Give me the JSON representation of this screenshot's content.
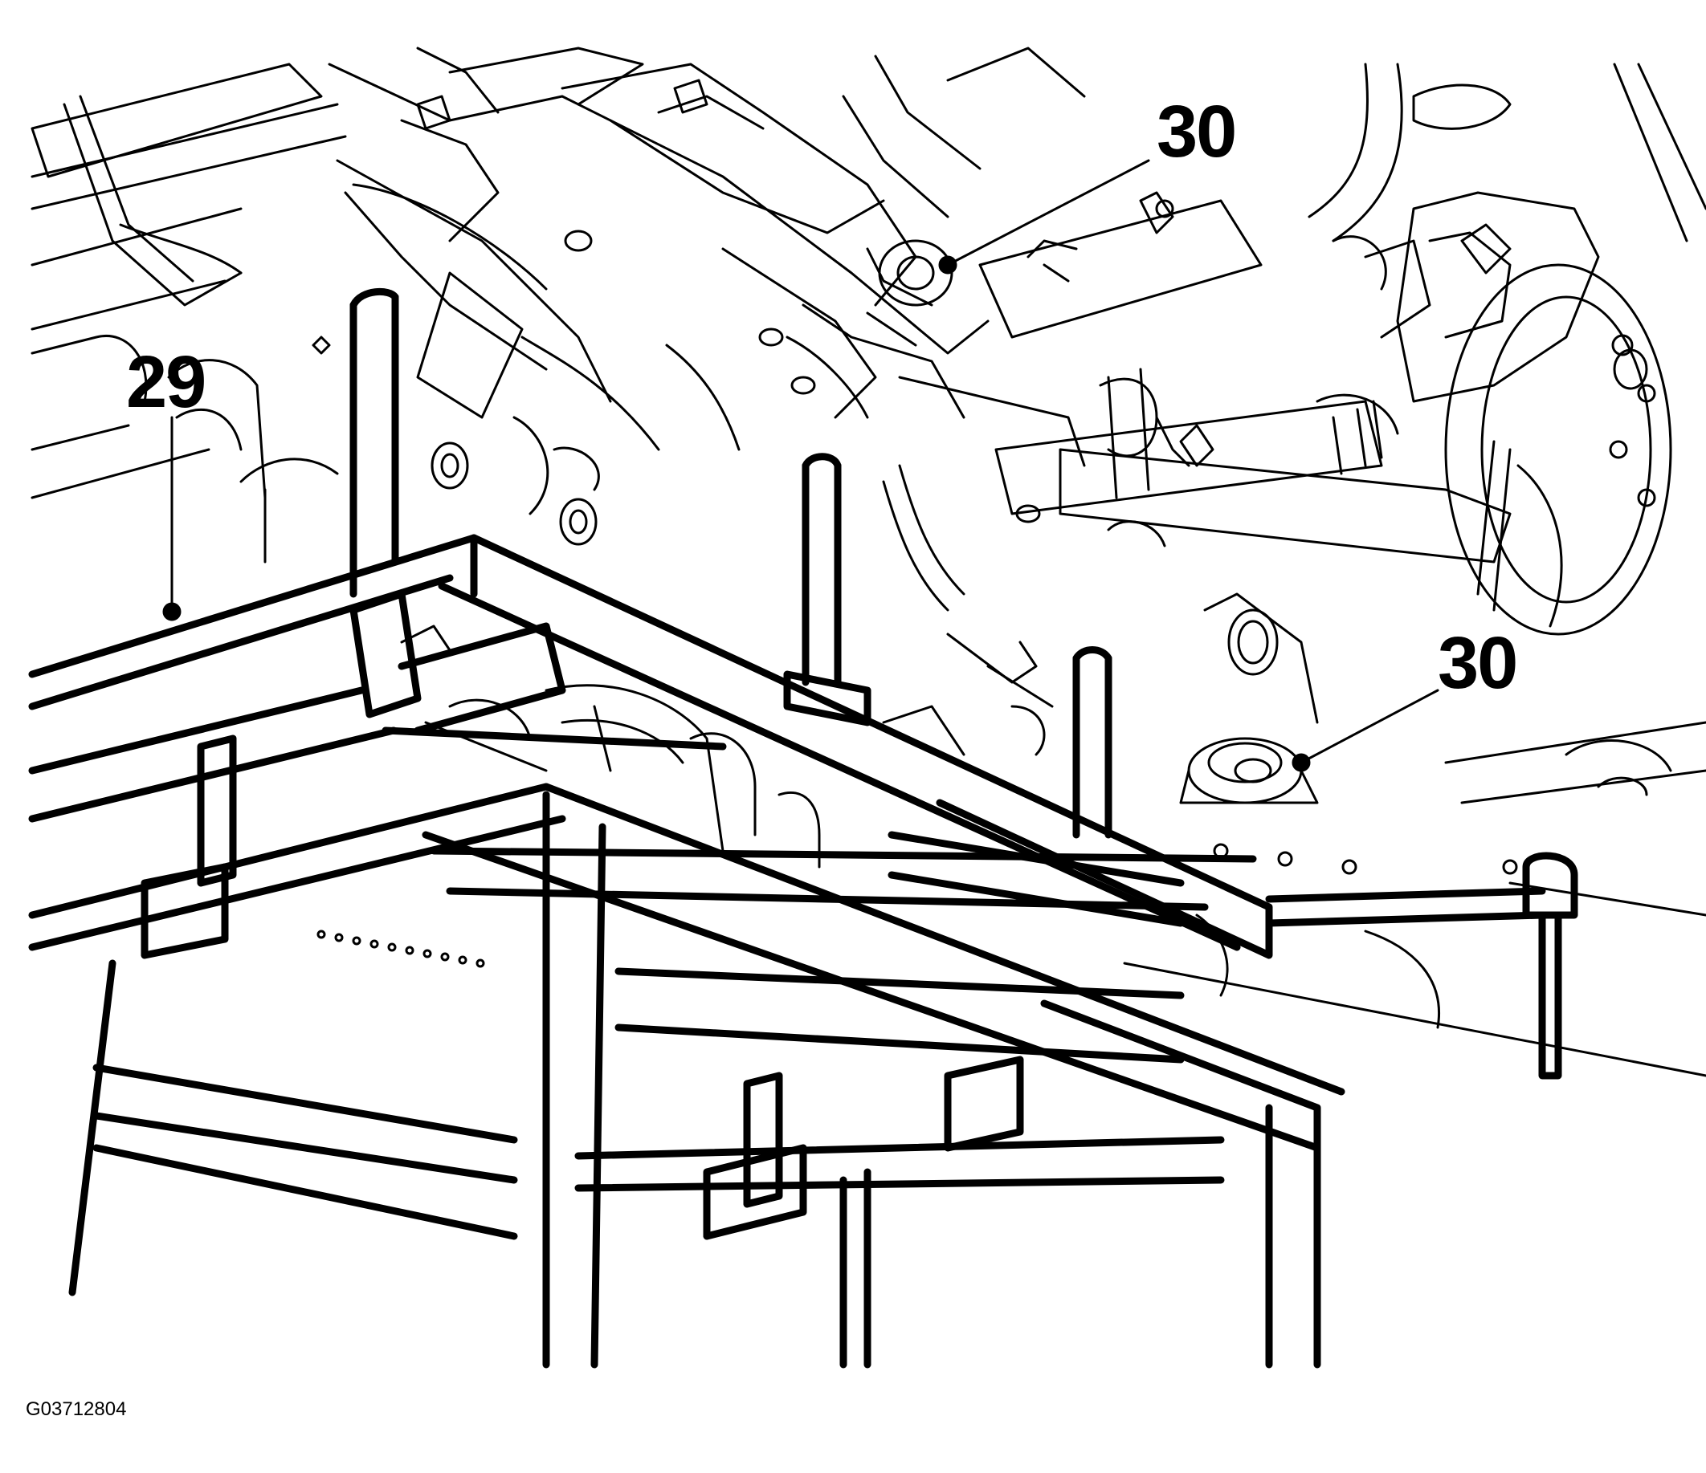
{
  "figure": {
    "id": "G03712804",
    "colors": {
      "ink": "#000000",
      "paper": "#ffffff"
    }
  },
  "callouts": [
    {
      "key": "c29",
      "label": "29"
    },
    {
      "key": "c30a",
      "label": "30"
    },
    {
      "key": "c30b",
      "label": "30"
    }
  ]
}
